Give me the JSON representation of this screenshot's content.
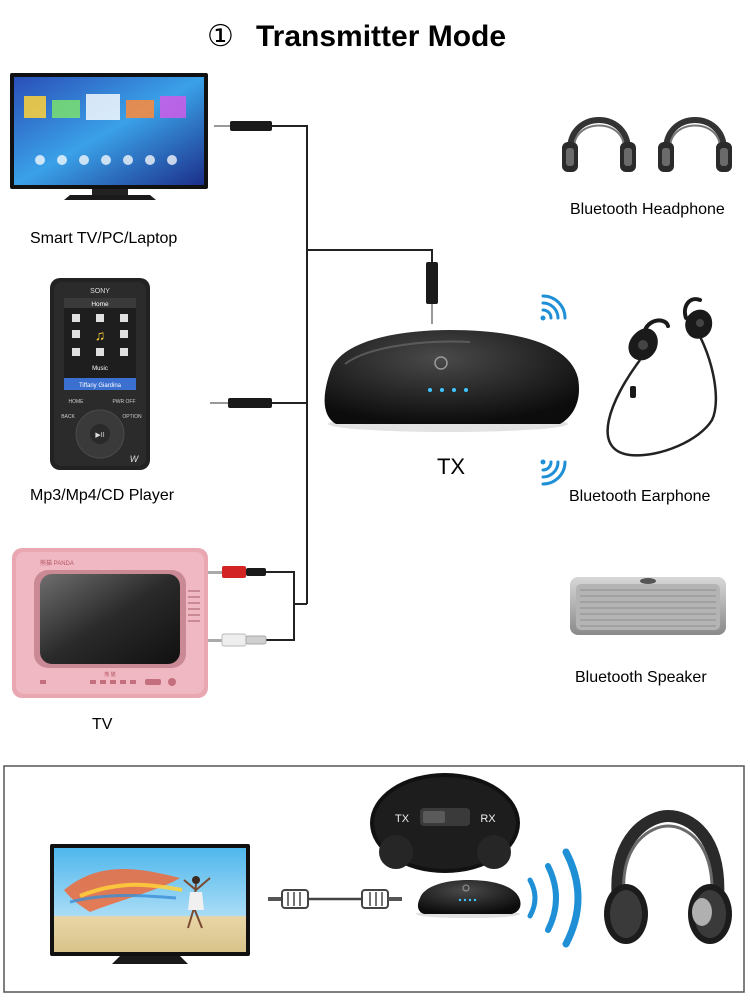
{
  "header": {
    "circled_number": "①",
    "title": "Transmitter Mode"
  },
  "sources": [
    {
      "label": "Smart TV/PC/Laptop",
      "icon": "smart-tv-icon"
    },
    {
      "label": "Mp3/Mp4/CD Player",
      "icon": "media-player-icon"
    },
    {
      "label": "TV",
      "icon": "crt-tv-icon"
    }
  ],
  "media_player": {
    "brand": "SONY",
    "screen_title": "Home",
    "screen_caption": "Music",
    "now_playing": "Tiffany Giardina",
    "btn_home": "HOME",
    "btn_pwr": "PWR OFF",
    "btn_back": "BACK",
    "btn_option": "OPTION",
    "logo": "W"
  },
  "crt_tv": {
    "brand_top": "熊猫 PANDA",
    "brand_bottom": "熊 猫"
  },
  "device": {
    "label": "TX"
  },
  "receivers": [
    {
      "label": "Bluetooth Headphone",
      "icon": "headphones-icon"
    },
    {
      "label": "Bluetooth Earphone",
      "icon": "earphone-icon"
    },
    {
      "label": "Bluetooth Speaker",
      "icon": "speaker-icon"
    }
  ],
  "switch_panel": {
    "left": "TX",
    "right": "RX"
  },
  "colors": {
    "device_body": "#141414",
    "indicator": "#3ec6ff",
    "bluetooth_wave": "#1f8fd6",
    "tv_pink": "#e9a7b2",
    "rca_red": "#d32424",
    "panel_border": "#555555"
  }
}
